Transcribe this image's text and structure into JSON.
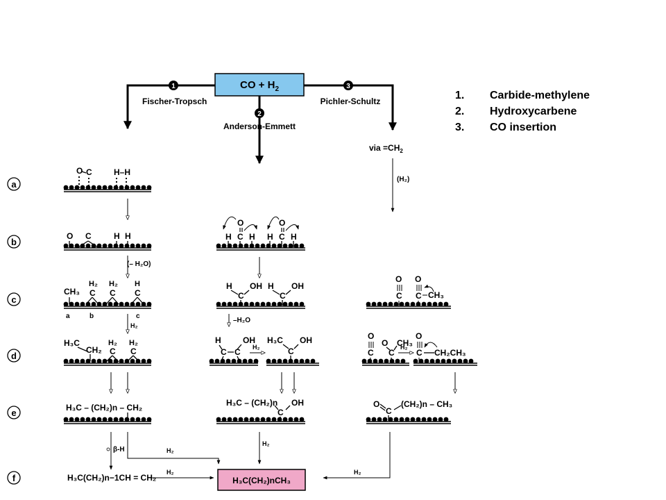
{
  "diagram": {
    "start_box": "CO + H",
    "start_sub": "2",
    "routes": [
      {
        "num": "1",
        "name": "Fischer-Tropsch"
      },
      {
        "num": "2",
        "name": "Anderson-Emmett"
      },
      {
        "num": "3",
        "name": "Pichler-Schultz"
      }
    ],
    "steps": [
      "a",
      "b",
      "c",
      "d",
      "e",
      "f"
    ],
    "via": "via  =CH",
    "via_sub": "2",
    "h2_paren": "(H₂)",
    "minus_h2o_paren": "(– H₂O)",
    "minus_h2o": "–H₂O",
    "h2": "H₂",
    "beta_h": "β-H",
    "site_labels": [
      "a",
      "b",
      "c"
    ],
    "col1": {
      "a": [
        "O",
        "C",
        "H–H"
      ],
      "b": [
        "O",
        "C",
        "H",
        "H"
      ],
      "c": [
        "CH₃",
        "H₂",
        "H₂",
        "H",
        "C",
        "C",
        "C"
      ],
      "d": [
        "H₃C",
        "CH₂",
        "H₂",
        "H₂",
        "C",
        "C"
      ],
      "e": "H₃C – (CH₂)n – CH₂",
      "f": "H₃C(CH₂)n−1CH = CH₂"
    },
    "col2": {
      "b": [
        "O",
        "O",
        "H",
        "C",
        "H",
        "H",
        "C",
        "H"
      ],
      "c": [
        "H",
        "OH",
        "H",
        "OH",
        "C",
        "C"
      ],
      "d": [
        "H",
        "OH",
        "C",
        "C",
        "H₃C",
        "OH",
        "C"
      ],
      "e": [
        "H₃C – (CH₂)n",
        "OH",
        "C"
      ]
    },
    "col3": {
      "c": [
        "O",
        "C",
        "O",
        "C",
        "CH₃"
      ],
      "d": [
        "O",
        "C",
        "O",
        "C",
        "CH₃",
        "O",
        "C",
        "CH₂CH₃"
      ],
      "e": [
        "O",
        "C",
        "(CH₂)n – CH₃"
      ]
    },
    "product": "H₃C(CH₂)nCH₃"
  },
  "legend": [
    {
      "num": "1.",
      "label": "Carbide-methylene"
    },
    {
      "num": "2.",
      "label": "Hydroxycarbene"
    },
    {
      "num": "3.",
      "label": "CO insertion"
    }
  ],
  "colors": {
    "start_box": "#86c8ee",
    "product_box": "#f0a8c8",
    "ink": "#000000"
  }
}
